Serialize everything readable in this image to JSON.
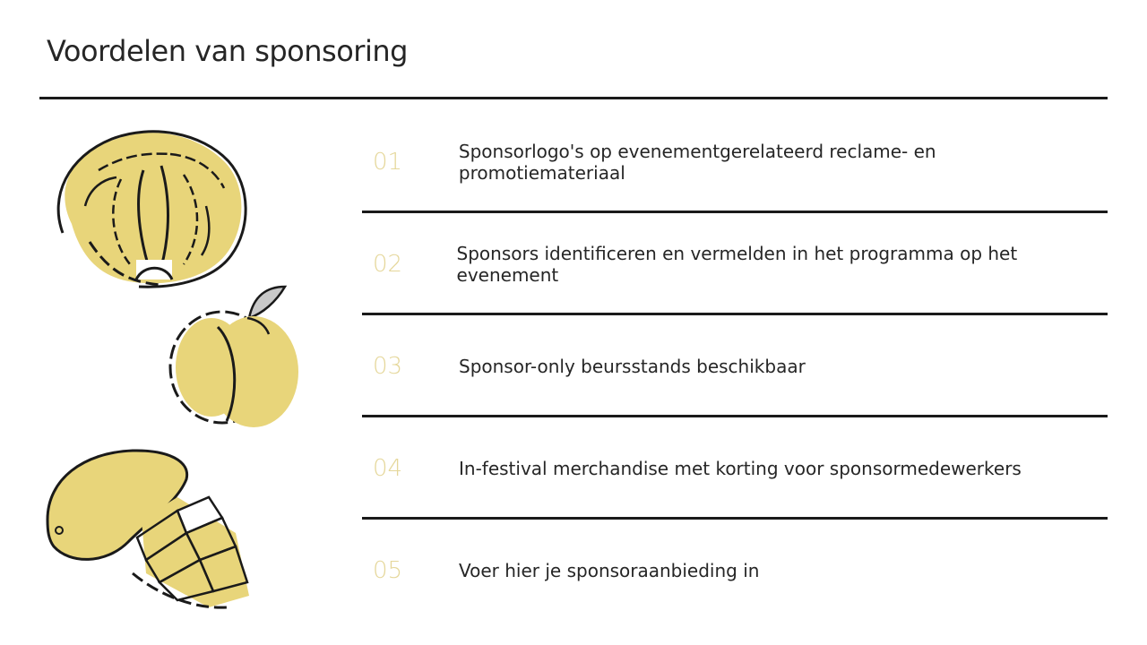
{
  "slide": {
    "title": "Voordelen van sponsoring",
    "items": [
      {
        "number": "01",
        "text": "Sponsorlogo's op evenementgerelateerd reclame- en promotiemateriaal"
      },
      {
        "number": "02",
        "text": "Sponsors identificeren en vermelden in het programma op het evenement"
      },
      {
        "number": "03",
        "text": "Sponsor-only beursstands beschikbaar"
      },
      {
        "number": "04",
        "text": "In-festival merchandise met korting voor sponsormedewerkers"
      },
      {
        "number": "05",
        "text": "Voer hier je sponsoraanbieding in"
      }
    ]
  },
  "colors": {
    "accent": "#e5d79a",
    "fill": "#e8d57a",
    "text": "#262626",
    "rule": "#1a1a1a"
  },
  "icons": [
    "cabbage-icon",
    "plum-icon",
    "mango-icon"
  ]
}
